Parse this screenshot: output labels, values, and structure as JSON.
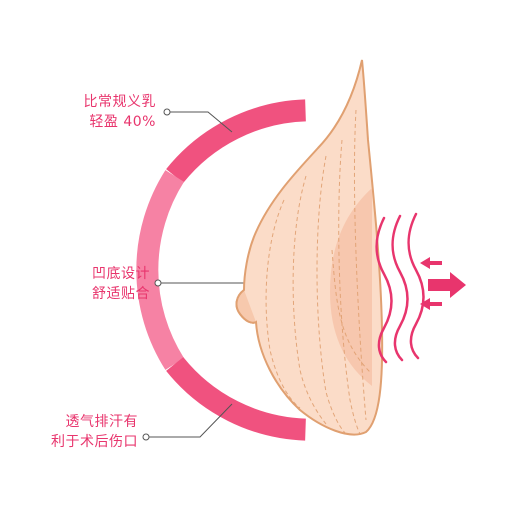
{
  "features": [
    {
      "line1": "比常规义乳",
      "line2": "轻盈 40%"
    },
    {
      "line1": "凹底设计",
      "line2": "舒适贴合"
    },
    {
      "line1": "透气排汗有",
      "line2": "利于术后伤口"
    }
  ],
  "colors": {
    "accent": "#e8356d",
    "arc_dark": "#f0527f",
    "arc_light": "#f682a4",
    "skin_fill": "#fbdcc8",
    "skin_stroke": "#e0a071",
    "leader_line": "#555555"
  },
  "icons": [
    "airflow-wave-icon",
    "left-arrow-icon",
    "right-arrow-icon"
  ]
}
